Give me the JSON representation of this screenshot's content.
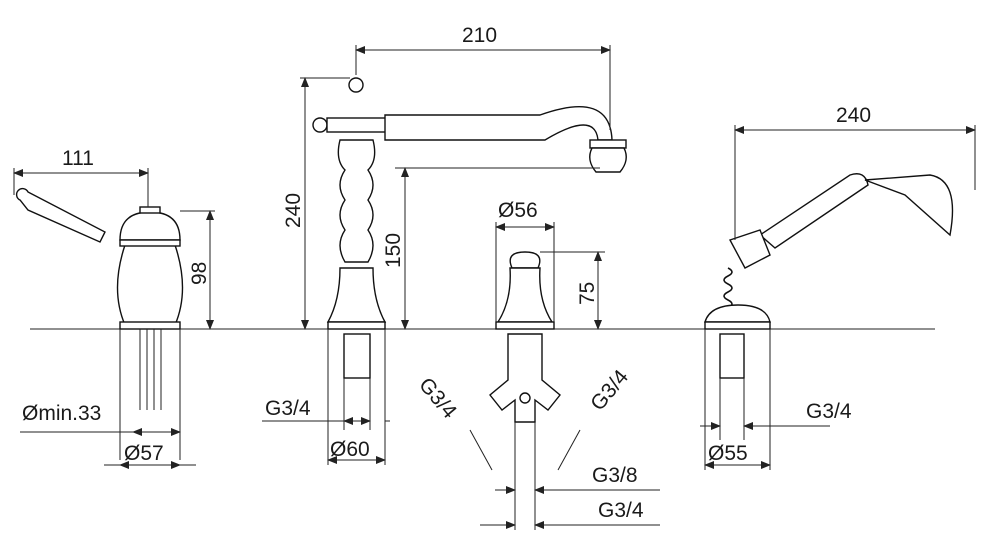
{
  "drawing": {
    "mixer": {
      "width": "111",
      "height": "98",
      "hole_min": "Ømin.33",
      "base_diameter": "Ø57"
    },
    "spout": {
      "reach": "210",
      "height": "240",
      "outlet_height": "150",
      "thread": "G3/4",
      "base_diameter": "Ø60"
    },
    "diverter": {
      "diameter": "Ø56",
      "height": "75",
      "thread_left": "G3/4",
      "thread_right": "G3/4",
      "thread_small": "G3/8",
      "thread_bottom": "G3/4"
    },
    "handshower": {
      "length": "240",
      "thread": "G3/4",
      "base_diameter": "Ø55"
    }
  }
}
